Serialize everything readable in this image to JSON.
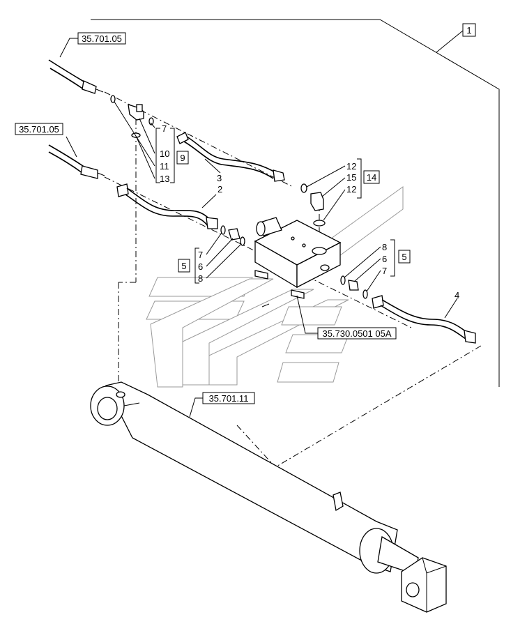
{
  "refs": {
    "ref_top": "35.701.05",
    "ref_mid": "35.701.05",
    "ref_cyl": "35.701.11",
    "ref_valve": "35.730.0501 05A"
  },
  "callouts": {
    "main": "1",
    "group_fitting": "9",
    "group_elbow": "14",
    "group_left": "5",
    "group_right": "5"
  },
  "items": {
    "p7a": "7",
    "p10": "10",
    "p11": "11",
    "p13": "13",
    "p3": "3",
    "p2": "2",
    "p12a": "12",
    "p15": "15",
    "p12b": "12",
    "p7b": "7",
    "p6a": "6",
    "p8a": "8",
    "p8b": "8",
    "p6b": "6",
    "p7c": "7",
    "p4": "4"
  }
}
